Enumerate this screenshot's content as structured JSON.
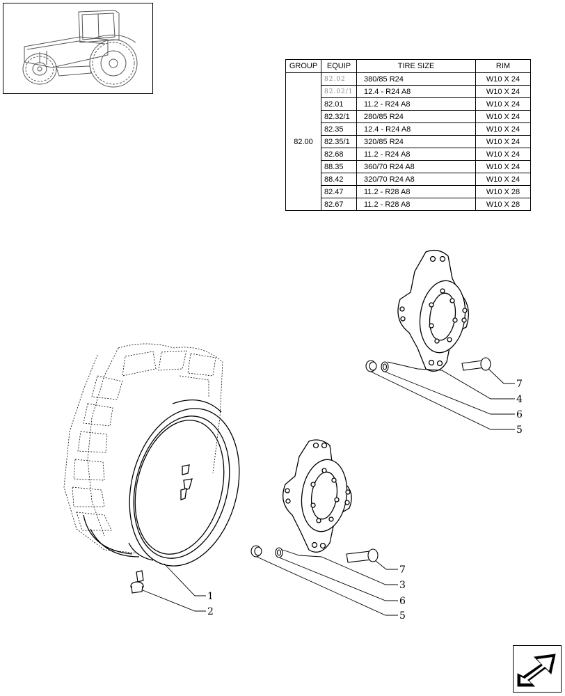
{
  "table": {
    "headers": {
      "group": "GROUP",
      "equip": "EQUIP",
      "tire_size": "TIRE SIZE",
      "rim": "RIM"
    },
    "group": "82.00",
    "rows": [
      {
        "equip": "82.02",
        "tire": "380/85 R24",
        "rim": "W10 X 24",
        "faint": true
      },
      {
        "equip": "82.02/1",
        "tire": "12.4 - R24 A8",
        "rim": "W10 X 24",
        "faint": true
      },
      {
        "equip": "82.01",
        "tire": "11.2 - R24  A8",
        "rim": "W10 X 24"
      },
      {
        "equip": "82.32/1",
        "tire": "280/85 R24",
        "rim": "W10 X 24"
      },
      {
        "equip": "82.35",
        "tire": "12.4 - R24 A8",
        "rim": "W10 X 24"
      },
      {
        "equip": "82.35/1",
        "tire": "320/85 R24",
        "rim": "W10 X 24"
      },
      {
        "equip": "82.68",
        "tire": "11.2 - R24  A8",
        "rim": "W10 X 24"
      },
      {
        "equip": "88.35",
        "tire": "360/70 R24 A8",
        "rim": "W10 X 24"
      },
      {
        "equip": "88.42",
        "tire": "320/70 R24 A8",
        "rim": "W10 X 24"
      },
      {
        "equip": "82.47",
        "tire": "11.2 - R28 A8",
        "rim": "W10 X 28"
      },
      {
        "equip": "82.67",
        "tire": "11.2 - R28 A8",
        "rim": "W10 X 28"
      }
    ]
  },
  "callouts": {
    "c7a": "7",
    "c4": "4",
    "c6a": "6",
    "c5a": "5",
    "c7b": "7",
    "c3": "3",
    "c6b": "6",
    "c5b": "5",
    "c1": "1",
    "c2": "2"
  },
  "icons": {
    "thumbnail": "tractor-thumbnail-icon",
    "navigation": "next-page-arrow-icon"
  }
}
